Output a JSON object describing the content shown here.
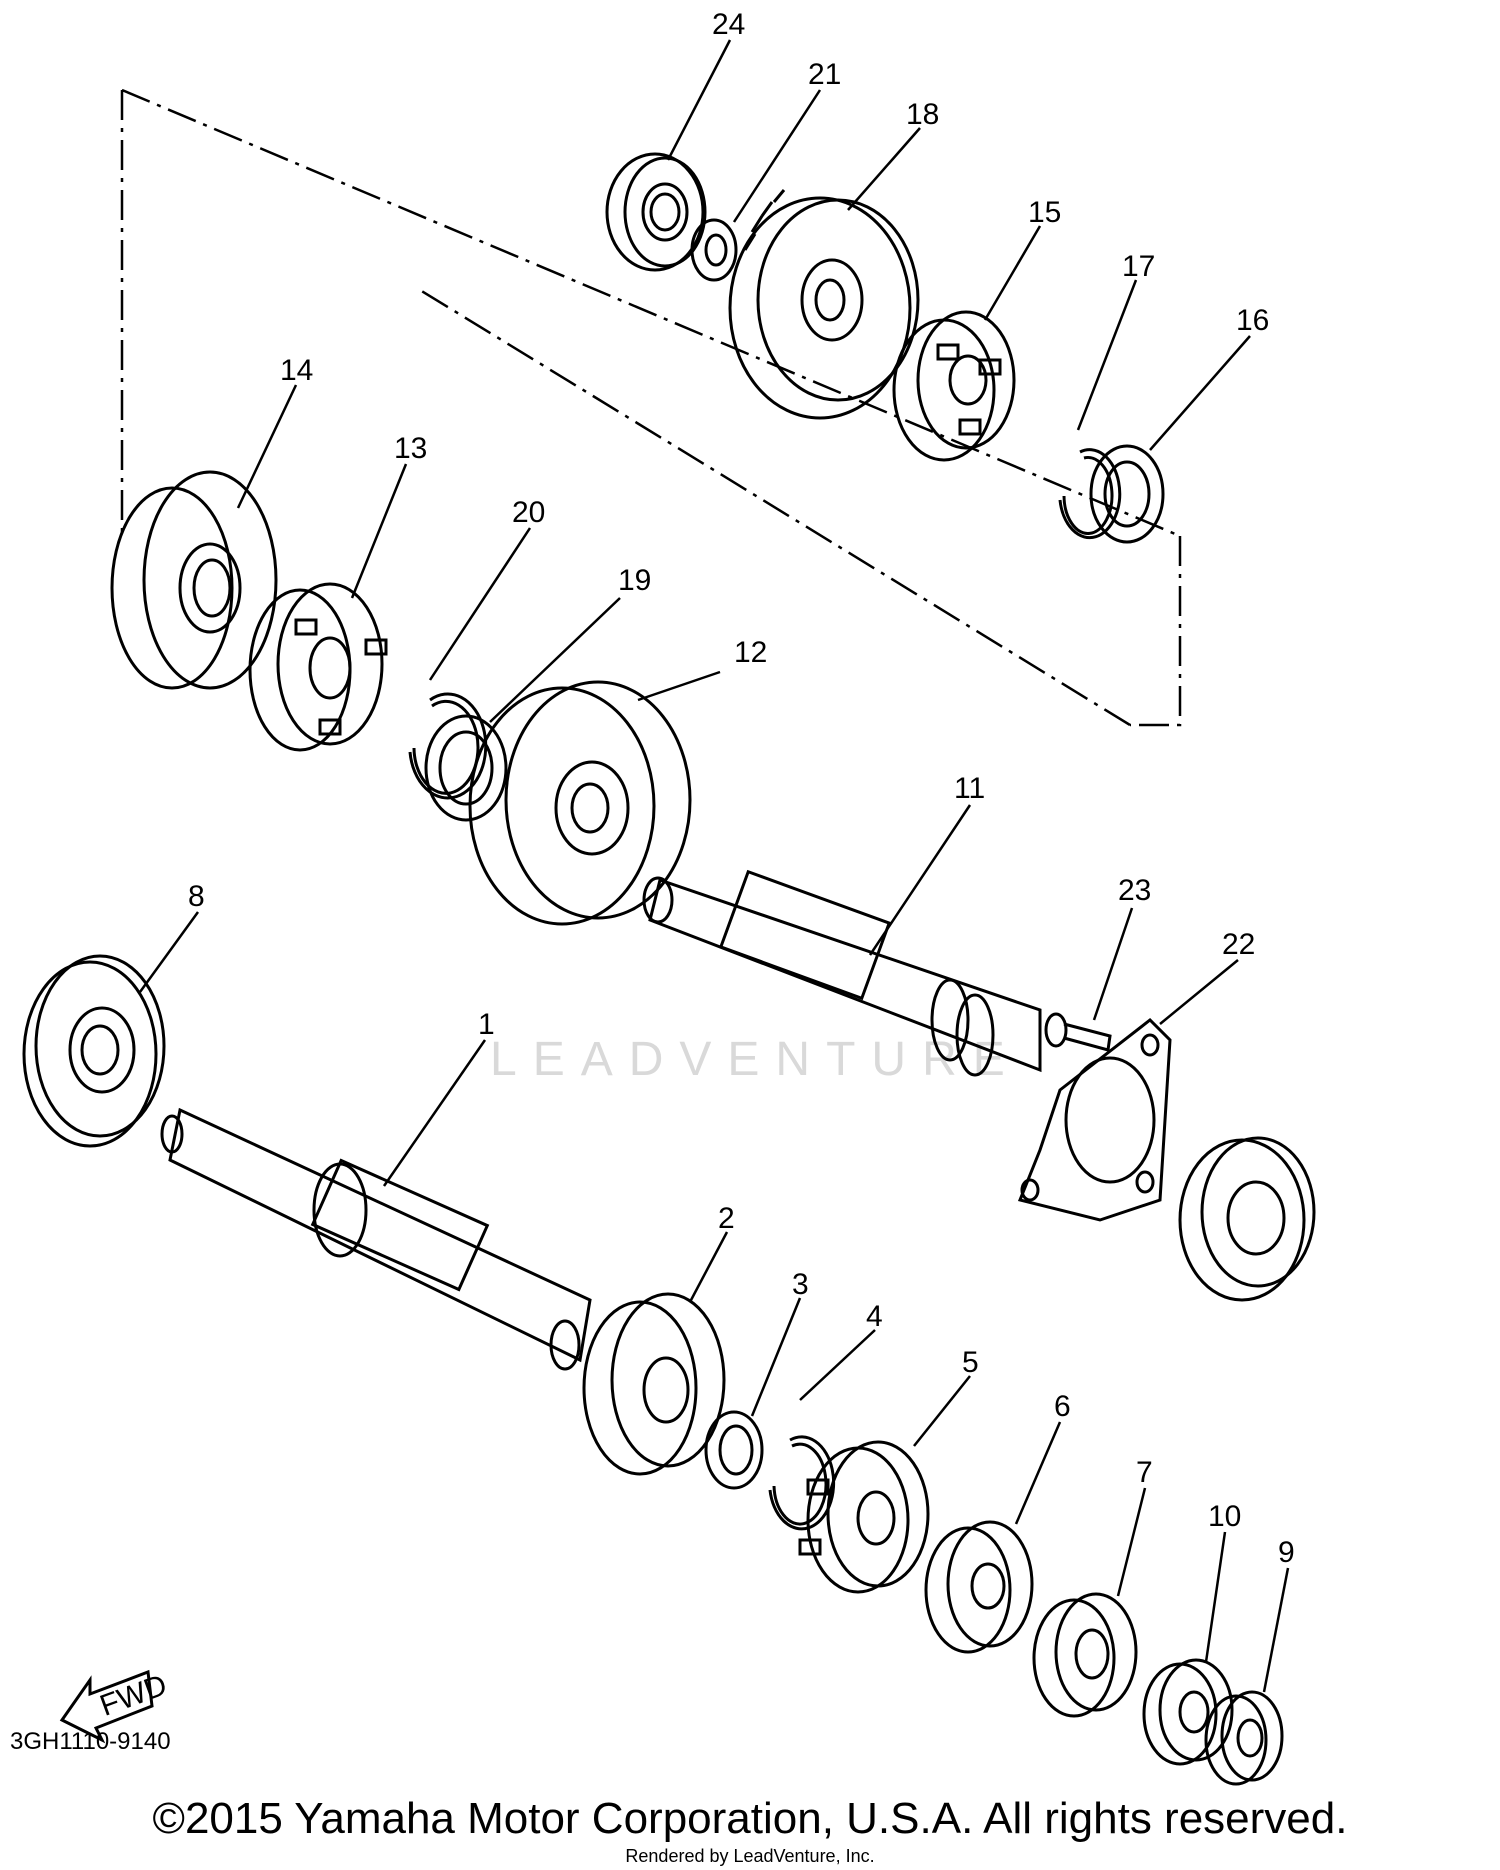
{
  "diagram": {
    "callouts": [
      "24",
      "21",
      "18",
      "15",
      "17",
      "16",
      "14",
      "13",
      "20",
      "19",
      "12",
      "11",
      "23",
      "22",
      "8",
      "1",
      "2",
      "3",
      "4",
      "5",
      "6",
      "7",
      "10",
      "9"
    ],
    "fwd_label": "FWD",
    "reference": "3GH1110-9140",
    "watermark": "LEADVENTURE"
  },
  "footer": {
    "copyright": "©2015 Yamaha Motor Corporation, U.S.A. All rights reserved.",
    "rendered_by": "Rendered by LeadVenture, Inc."
  }
}
